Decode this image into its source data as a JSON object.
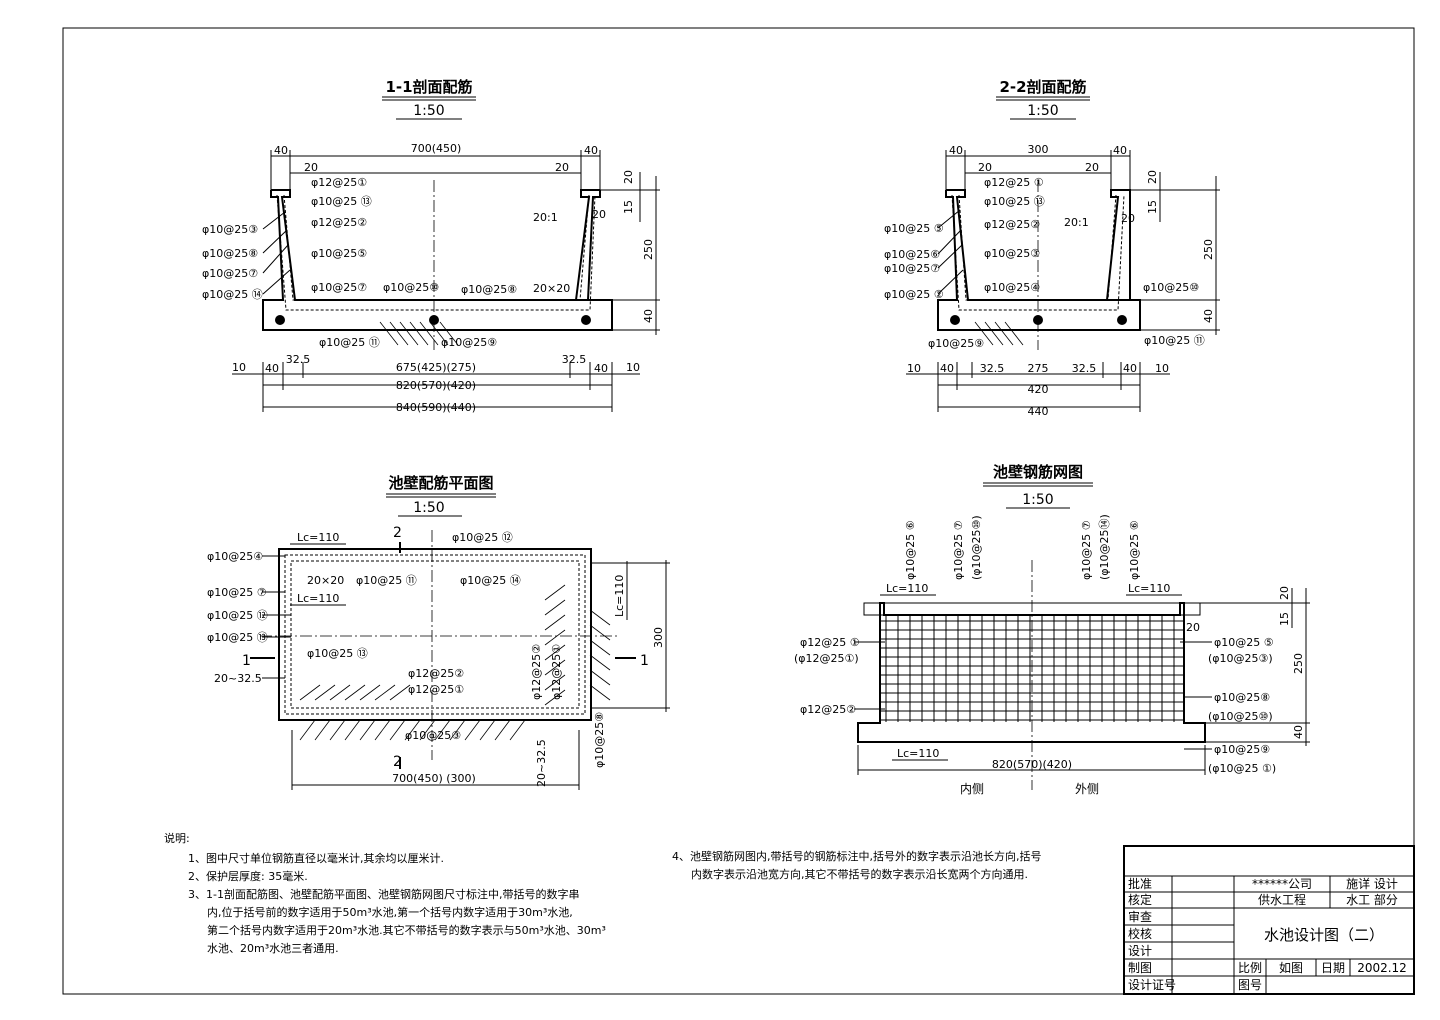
{
  "views": {
    "s11": {
      "title": "1-1剖面配筋",
      "scale": "1:50",
      "dim_top": {
        "w40a": "40",
        "w700": "700(450)",
        "w40b": "40",
        "w20a": "20",
        "w20b": "20"
      },
      "labels_left": [
        "φ10@25③",
        "φ10@25⑧",
        "φ10@25⑦",
        "φ10@25 ⑭"
      ],
      "labels_mid": [
        "φ12@25①",
        "φ10@25 ⑬",
        "φ12@25②",
        "φ10@25⑤",
        "φ10@25⑦",
        "φ10@25⑩",
        "φ10@25⑧",
        "φ10@25 ⑪",
        "φ10@25⑨"
      ],
      "right_notes": {
        "slope": "20:1",
        "d20": "20",
        "d20b": "20",
        "d15": "15",
        "d250": "250",
        "d40": "40",
        "chamfer": "20×20"
      },
      "dim_bottom": {
        "a10": "10",
        "a40": "40",
        "a325": "32.5",
        "mid": "675(425)(275)",
        "b325": "32.5",
        "b40": "40",
        "b10": "10",
        "tot1": "820(570)(420)",
        "tot2": "840(590)(440)"
      }
    },
    "s22": {
      "title": "2-2剖面配筋",
      "scale": "1:50",
      "dim_top": {
        "w40a": "40",
        "w300": "300",
        "w40b": "40",
        "w20a": "20",
        "w20b": "20"
      },
      "labels_left": [
        "φ10@25 ⑤",
        "φ10@25⑥",
        "φ10@25⑦",
        "φ10@25 ②"
      ],
      "labels_mid": [
        "φ12@25 ①",
        "φ10@25 ⑬",
        "φ12@25②",
        "φ10@25③",
        "φ10@25④",
        "φ10@25⑩",
        "φ10@25⑨",
        "φ10@25 ⑪"
      ],
      "right_notes": {
        "slope": "20:1",
        "d20": "20",
        "d20b": "20",
        "d15": "15",
        "d250": "250",
        "d40": "40"
      },
      "dim_bottom": {
        "a10": "10",
        "a40": "40",
        "a325": "32.5",
        "mid": "275",
        "b325": "32.5",
        "b40": "40",
        "b10": "10",
        "tot1": "420",
        "tot2": "440"
      }
    },
    "plan": {
      "title": "池壁配筋平面图",
      "scale": "1:50",
      "labels": [
        "φ10@25④",
        "φ10@25 ⑦",
        "φ10@25 ⑫",
        "φ10@25 ⑬"
      ],
      "inner": [
        "Lc=110",
        "20×20",
        "φ10@25 ⑪",
        "Lc=110",
        "φ10@25 ⑬",
        "φ10@25 ⑭",
        "φ10@25 ⑫",
        "φ12@25②",
        "φ12@25①",
        "φ10@25③"
      ],
      "vert": [
        "φ12@25②",
        "φ12@25①",
        "φ10@25⑧"
      ],
      "sec": {
        "s2top": "2",
        "s2bot": "2",
        "s1l": "1",
        "s1r": "1",
        "lc": "Lc=110",
        "h300": "300",
        "cover": "20~32.5",
        "cover2": "20~32.5",
        "bottom": "700(450)  (300)"
      }
    },
    "mesh": {
      "title": "池壁钢筋网图",
      "scale": "1:50",
      "vert": [
        "φ10@25 ⑥",
        "φ10@25 ⑦",
        "(φ10@25⑩)",
        "φ10@25 ⑦",
        "(φ10@25⑭)",
        "φ10@25 ⑥"
      ],
      "left": [
        "φ12@25 ①",
        "(φ12@25①)",
        "φ12@25②"
      ],
      "right": [
        "φ10@25 ⑤",
        "(φ10@25③)",
        "φ10@25⑧",
        "(φ10@25⑩)",
        "φ10@25⑨",
        "(φ10@25 ①)"
      ],
      "dims": {
        "lc1": "Lc=110",
        "lc2": "Lc=110",
        "lc3": "Lc=110",
        "d20": "20",
        "d15": "15",
        "d20b": "20",
        "d250": "250",
        "d40": "40",
        "tot": "820(570)(420)",
        "inner": "内侧",
        "outer": "外侧"
      }
    }
  },
  "notes": {
    "heading": "说明:",
    "l1": "1、图中尺寸单位钢筋直径以毫米计,其余均以厘米计.",
    "l2": "2、保护层厚度: 35毫米.",
    "l3a": "3、1-1剖面配筋图、池壁配筋平面图、池壁钢筋网图尺寸标注中,带括号的数字串",
    "l3b": "内,位于括号前的数字适用于50m³水池,第一个括号内数字适用于30m³水池,",
    "l3c": "第二个括号内数字适用于20m³水池.其它不带括号的数字表示与50m³水池、30m³",
    "l3d": "水池、20m³水池三者通用.",
    "l4a": "4、池壁钢筋网图内,带括号的钢筋标注中,括号外的数字表示沿池长方向,括号",
    "l4b": "内数字表示沿池宽方向,其它不带括号的数字表示沿长宽两个方向通用."
  },
  "title_block": {
    "r1": "批准",
    "r2": "核定",
    "r3": "审查",
    "r4": "校核",
    "r5": "设计",
    "r6": "制图",
    "r7": "设计证号",
    "company": "******公司",
    "project": "供水工程",
    "stage": "施详  设计",
    "part": "水工  部分",
    "drawing": "水池设计图（二）",
    "scale_label": "比例",
    "scale_val": "如图",
    "date_label": "日期",
    "date_val": "2002.12",
    "no_label": "图号"
  }
}
